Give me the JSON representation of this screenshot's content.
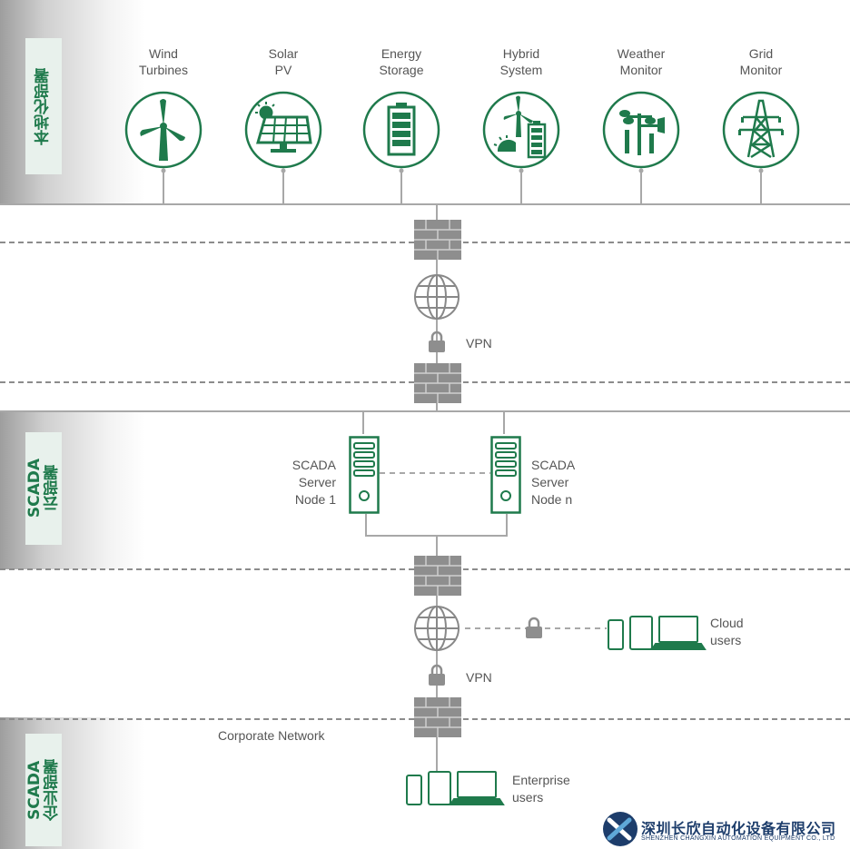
{
  "sections": {
    "local": "本地化部署",
    "cloud_line1": "SCADA",
    "cloud_line2": "云部署",
    "enterprise_line1": "SCADA",
    "enterprise_line2": "企业部署"
  },
  "devices": [
    {
      "line1": "Wind",
      "line2": "Turbines",
      "icon": "wind-turbine-icon"
    },
    {
      "line1": "Solar",
      "line2": "PV",
      "icon": "solar-panel-icon"
    },
    {
      "line1": "Energy",
      "line2": "Storage",
      "icon": "battery-icon"
    },
    {
      "line1": "Hybrid",
      "line2": "System",
      "icon": "hybrid-system-icon"
    },
    {
      "line1": "Weather",
      "line2": "Monitor",
      "icon": "weather-station-icon"
    },
    {
      "line1": "Grid",
      "line2": "Monitor",
      "icon": "power-tower-icon"
    }
  ],
  "vpn_label": "VPN",
  "servers": {
    "node1": [
      "SCADA",
      "Server",
      "Node 1"
    ],
    "noden": [
      "SCADA",
      "Server",
      "Node n"
    ]
  },
  "cloud_users": [
    "Cloud",
    "users"
  ],
  "corporate_network": "Corporate Network",
  "enterprise_users": [
    "Enterprise",
    "users"
  ],
  "logo": {
    "cn": "深圳长欣自动化设备有限公司",
    "en": "SHENZHEN CHANGXIN AUTOMATION EQUIPMENT CO., LTD"
  },
  "colors": {
    "accent_green": "#1f7a4c",
    "line_gray": "#a8a8a8",
    "brand_blue": "#1d3d6b"
  }
}
